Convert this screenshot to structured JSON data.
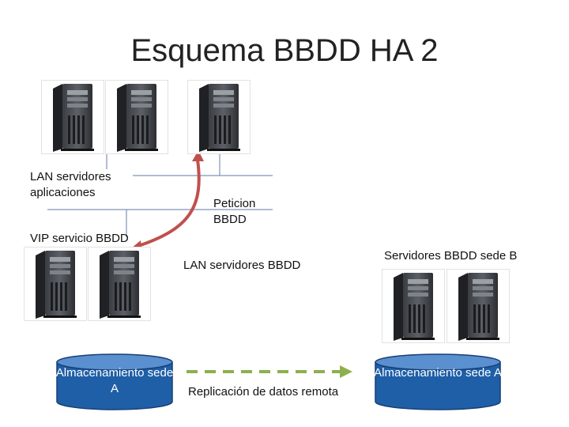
{
  "title": "Esquema BBDD HA 2",
  "labels": {
    "lan_app": "LAN servidores aplicaciones",
    "peticion": "Peticion BBDD",
    "vip": "VIP servicio BBDD",
    "lan_bbdd": "LAN servidores BBDD",
    "servidores_b": "Servidores BBDD sede B",
    "replicacion": "Replicación de datos remota"
  },
  "storage_a": {
    "label": "Almacenamiento sede A"
  },
  "storage_b": {
    "label": "Almacenamiento sede A"
  },
  "colors": {
    "network_line": "#7f93b8",
    "request_arrow": "#c0504d",
    "replication_arrow": "#8db04f",
    "storage_fill": "#1f5fa8",
    "storage_top": "#5a8fd0"
  },
  "icons": {
    "server": "tower-server-icon"
  }
}
